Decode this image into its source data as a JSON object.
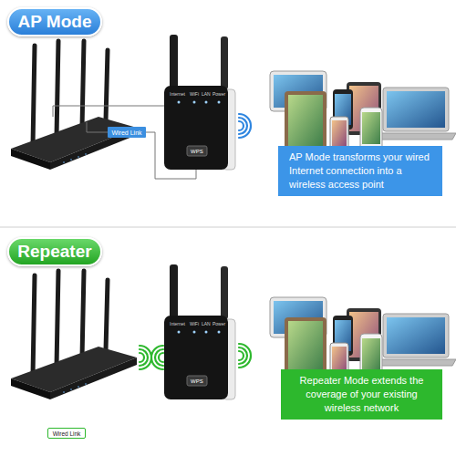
{
  "diagram": {
    "nodes": [
      {
        "text": [
          "AP Mode"
        ]
      },
      {
        "text": [
          "Wired Link"
        ]
      },
      {
        "text": [
          "AP Mode transforms your wired Internet connection into a wireless access point"
        ]
      },
      {
        "text": [
          "Repeater"
        ]
      },
      {
        "text": [
          "Wired Link"
        ]
      },
      {
        "text": [
          "Repeater Mode extends the coverage of your existing wireless network"
        ]
      }
    ],
    "labels": [
      "Internet",
      "WiFi",
      "LAN",
      "Power",
      "WPS",
      "Internet",
      "WiFi",
      "LAN",
      "Power",
      "WPS"
    ]
  }
}
